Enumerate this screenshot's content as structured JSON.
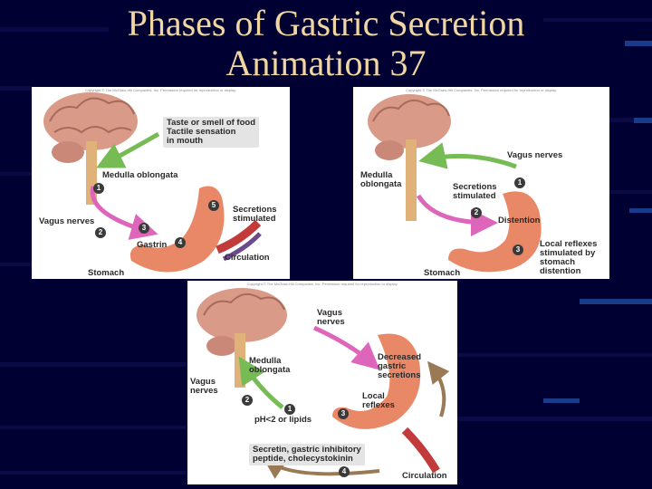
{
  "slide": {
    "title_line1": "Phases of Gastric Secretion",
    "title_line2": "Animation 37"
  },
  "panels": {
    "cephalic": {
      "copyright": "Copyright © The McGraw-Hill Companies, Inc. Permission required for reproduction or display.",
      "stimulus_line1": "Taste or smell of food",
      "stimulus_line2": "Tactile sensation",
      "stimulus_line3": "in mouth",
      "medulla": "Medulla oblongata",
      "vagus": "Vagus nerves",
      "secretions_line1": "Secretions",
      "secretions_line2": "stimulated",
      "gastrin": "Gastrin",
      "circulation": "Circulation",
      "stomach": "Stomach",
      "steps": [
        "1",
        "2",
        "3",
        "4",
        "5"
      ]
    },
    "gastric": {
      "copyright": "Copyright © The McGraw-Hill Companies, Inc. Permission required for reproduction or display.",
      "vagus": "Vagus nerves",
      "medulla_line1": "Medulla",
      "medulla_line2": "oblongata",
      "secretions_line1": "Secretions",
      "secretions_line2": "stimulated",
      "distention": "Distention",
      "local_line1": "Local reflexes",
      "local_line2": "stimulated by",
      "local_line3": "stomach",
      "local_line4": "distention",
      "stomach": "Stomach",
      "steps": [
        "1",
        "2",
        "3"
      ]
    },
    "intestinal": {
      "copyright": "Copyright © The McGraw-Hill Companies, Inc. Permission required for reproduction or display.",
      "vagus_top_line1": "Vagus",
      "vagus_top_line2": "nerves",
      "medulla_line1": "Medulla",
      "medulla_line2": "oblongata",
      "vagus_left_line1": "Vagus",
      "vagus_left_line2": "nerves",
      "decreased_line1": "Decreased",
      "decreased_line2": "gastric",
      "decreased_line3": "secretions",
      "local_line1": "Local",
      "local_line2": "reflexes",
      "ph": "pH<2 or lipids",
      "hormones_line1": "Secretin, gastric inhibitory",
      "hormones_line2": "peptide, cholecystokinin",
      "circulation": "Circulation",
      "steps": [
        "1",
        "2",
        "3",
        "4"
      ]
    }
  },
  "colors": {
    "background": "#000033",
    "title": "#f2d6a2",
    "brain": "#d99a88",
    "stomach": "#e98866",
    "nerve_arrow": "#dd66bb",
    "sensory_arrow": "#77bb55",
    "blood": "#c23a3a"
  }
}
